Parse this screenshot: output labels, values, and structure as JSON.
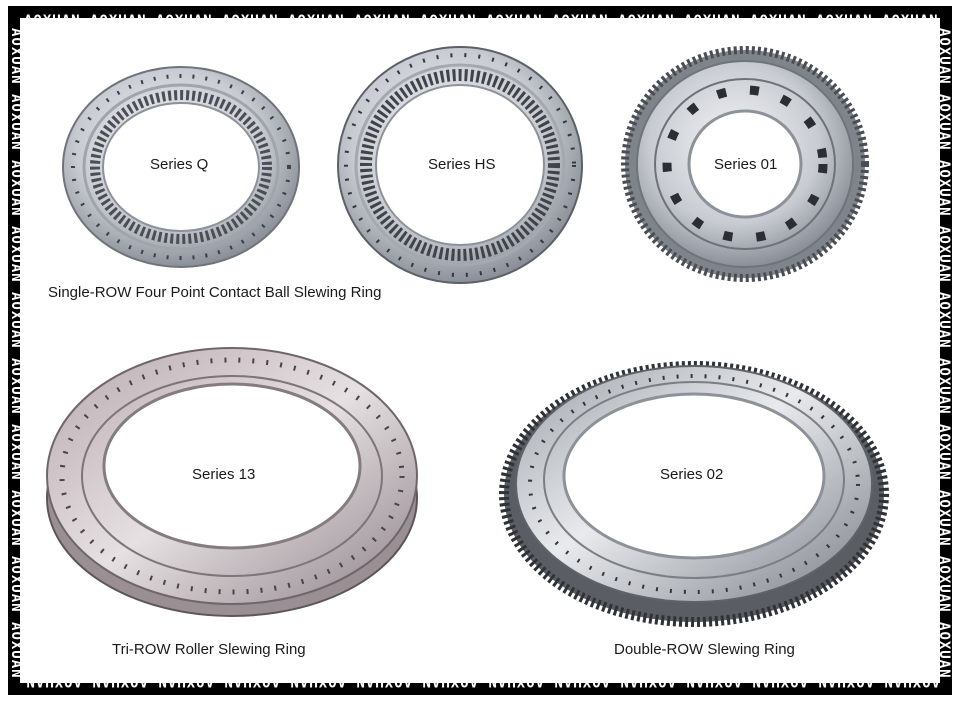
{
  "watermark": {
    "text": "AOXUAN AOXUAN AOXUAN AOXUAN AOXUAN AOXUAN AOXUAN AOXUAN AOXUAN AOXUAN AOXUAN AOXUAN AOXUAN AOXUAN AOXUAN AOXUAN AOXUAN AOXUAN AOXUAN",
    "color": "#ffffff"
  },
  "products": [
    {
      "series": "Series Q"
    },
    {
      "series": "Series HS"
    },
    {
      "series": "Series 01"
    },
    {
      "series": "Series 13"
    },
    {
      "series": "Series 02"
    }
  ],
  "captions": {
    "single_row": "Single-ROW Four Point Contact Ball Slewing Ring",
    "tri_row": "Tri-ROW Roller Slewing Ring",
    "double_row": "Double-ROW Slewing Ring"
  },
  "colors": {
    "frame": "#000000",
    "background": "#ffffff",
    "steel_light": "#d9dce0",
    "steel_dark": "#8a8f97"
  }
}
